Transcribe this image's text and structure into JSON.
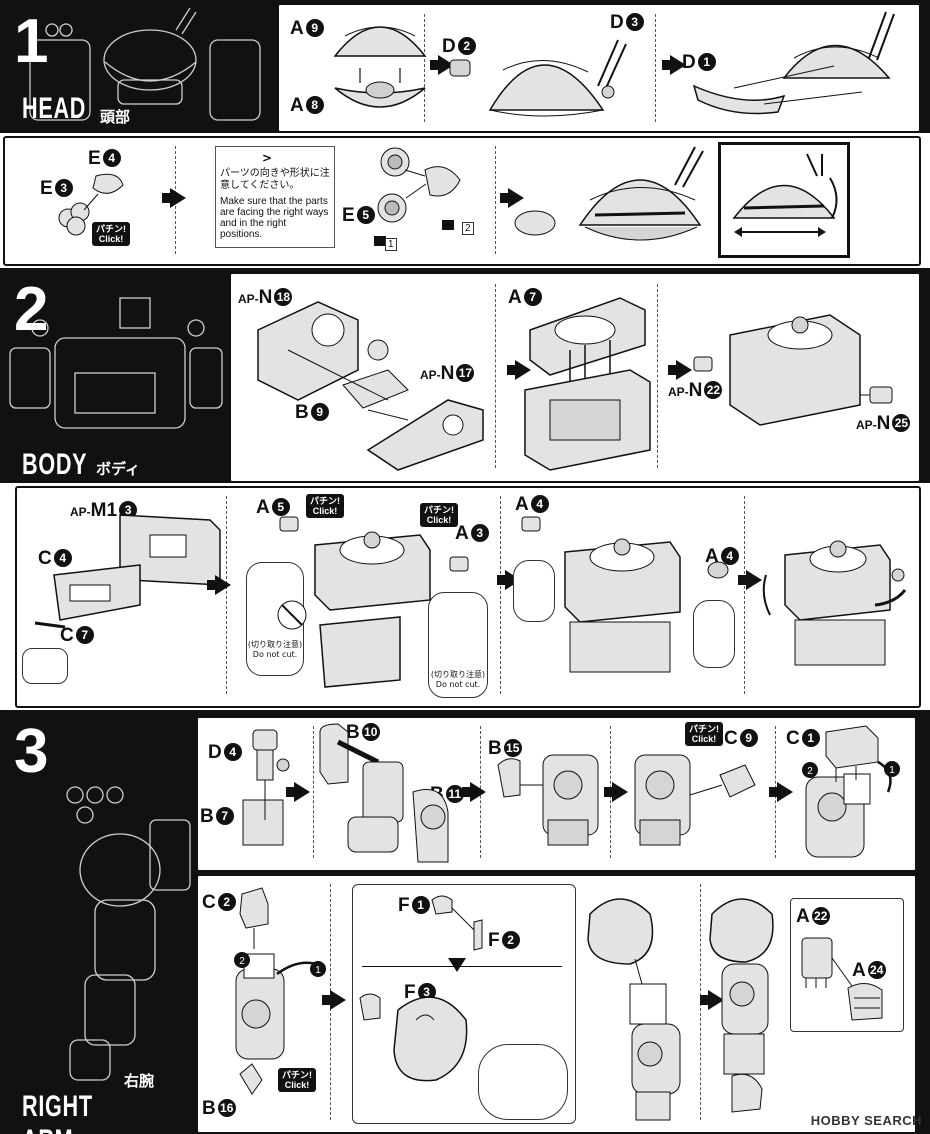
{
  "sections": [
    {
      "number": "1",
      "title": "HEAD",
      "title_jp": "頭部"
    },
    {
      "number": "2",
      "title": "BODY",
      "title_jp": "ボディ"
    },
    {
      "number": "3",
      "title": "RIGHT ARM",
      "title_jp": "右腕"
    }
  ],
  "labels": {
    "a9": "A",
    "a9n": "9",
    "a8": "A",
    "a8n": "8",
    "d2": "D",
    "d2n": "2",
    "d3": "D",
    "d3n": "3",
    "d1": "D",
    "d1n": "1",
    "e4": "E",
    "e4n": "4",
    "e3": "E",
    "e3n": "3",
    "e5": "E",
    "e5n": "5",
    "apn18": "AP-",
    "apn18b": "N",
    "apn18n": "18",
    "apn17": "AP-",
    "apn17b": "N",
    "apn17n": "17",
    "b9": "B",
    "b9n": "9",
    "a7": "A",
    "a7n": "7",
    "apn22": "AP-",
    "apn22b": "N",
    "apn22n": "22",
    "apn25": "AP-",
    "apn25b": "N",
    "apn25n": "25",
    "apm13": "AP-",
    "apm13b": "M1",
    "apm13n": "3",
    "c4": "C",
    "c4n": "4",
    "c7": "C",
    "c7n": "7",
    "a5": "A",
    "a5n": "5",
    "a3": "A",
    "a3n": "3",
    "a4": "A",
    "a4n": "4",
    "a4b": "A",
    "a4bn": "4",
    "d4": "D",
    "d4n": "4",
    "b7": "B",
    "b7n": "7",
    "b10": "B",
    "b10n": "10",
    "b11": "B",
    "b11n": "11",
    "b15": "B",
    "b15n": "15",
    "c9": "C",
    "c9n": "9",
    "c1": "C",
    "c1n": "1",
    "c2": "C",
    "c2n": "2",
    "b16": "B",
    "b16n": "16",
    "f1": "F",
    "f1n": "1",
    "f2": "F",
    "f2n": "2",
    "f3": "F",
    "f3n": "3",
    "a22": "A",
    "a22n": "22",
    "a24": "A",
    "a24n": "24"
  },
  "click_label": "パチン!\nClick!",
  "note_jp": "パーツの向きや形状に注意してください。",
  "note_en": "Make sure that the parts are facing the right ways and in the right positions.",
  "do_not_cut_jp": "(切り取り注意)",
  "do_not_cut_en": "Do not cut.",
  "step_marks": [
    "1",
    "2"
  ],
  "watermark": "HOBBY SEARCH"
}
